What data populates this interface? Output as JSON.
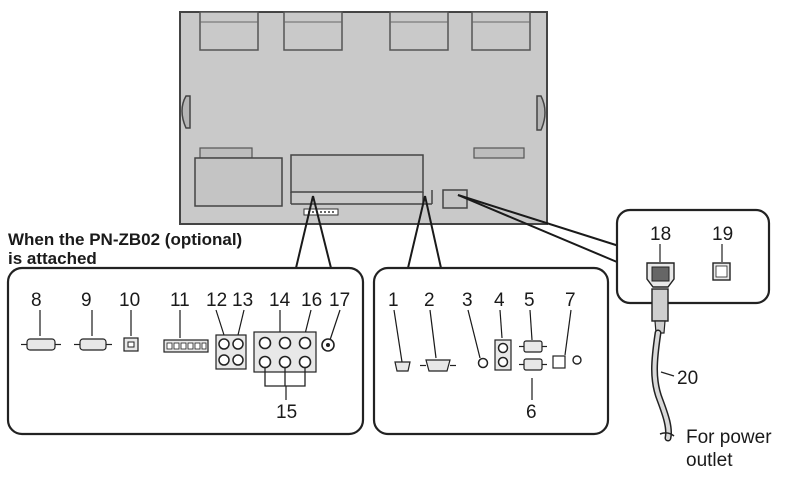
{
  "caption": {
    "line1": "When the PN-ZB02 (optional)",
    "line2": "is attached"
  },
  "callouts": {
    "n1": "1",
    "n2": "2",
    "n3": "3",
    "n4": "4",
    "n5": "5",
    "n6": "6",
    "n7": "7",
    "n8": "8",
    "n9": "9",
    "n10": "10",
    "n11": "11",
    "n12": "12",
    "n13": "13",
    "n14": "14",
    "n15": "15",
    "n16": "16",
    "n17": "17",
    "n18": "18",
    "n19": "19",
    "n20": "20"
  },
  "power": {
    "outlet_line1": "For power",
    "outlet_line2": "outlet"
  }
}
